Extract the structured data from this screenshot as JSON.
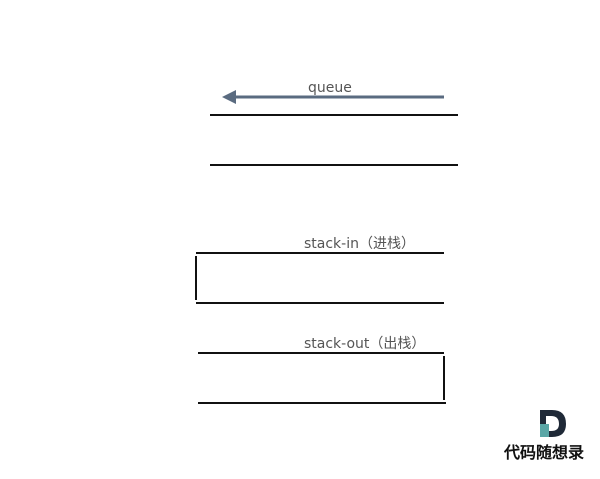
{
  "queue": {
    "label": "queue"
  },
  "stack_in": {
    "label": "stack-in（进栈）"
  },
  "stack_out": {
    "label": "stack-out（出栈）"
  },
  "brand": {
    "letter": "D",
    "name": "代码随想录"
  },
  "colors": {
    "arrow": "#5a6b80",
    "line": "#111111",
    "label": "#555555",
    "logo_dark": "#1f2937",
    "logo_teal": "#5aa6a6"
  }
}
